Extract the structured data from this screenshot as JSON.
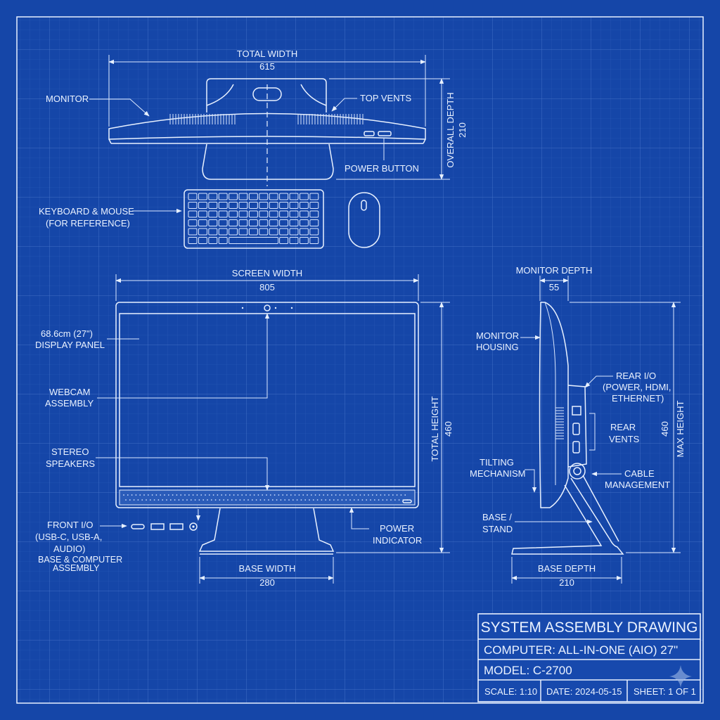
{
  "top_view": {
    "total_width_label": "TOTAL WIDTH",
    "total_width_value": "615",
    "overall_depth_label": "OVERALL DEPTH",
    "overall_depth_value": "210",
    "monitor": "MONITOR",
    "top_vents": "TOP VENTS",
    "power_button": "POWER BUTTON",
    "keyboard_mouse_line1": "KEYBOARD & MOUSE",
    "keyboard_mouse_line2": "(FOR REFERENCE)"
  },
  "front_view": {
    "screen_width_label": "SCREEN WIDTH",
    "screen_width_value": "805",
    "total_height_label": "TOTAL HEIGHT",
    "total_height_value": "460",
    "display_line1": "68.6cm (27\")",
    "display_line2": "DISPLAY PANEL",
    "webcam_line1": "WEBCAM",
    "webcam_line2": "ASSEMBLY",
    "speakers_line1": "STEREO",
    "speakers_line2": "SPEAKERS",
    "front_io_line1": "FRONT I/O",
    "front_io_line2": "(USB-C, USB-A,",
    "front_io_line3": "AUDIO)",
    "base_assembly_line1": "BASE & COMPUTER",
    "base_assembly_line2": "ASSEMBLY",
    "power_indicator_line1": "POWER",
    "power_indicator_line2": "INDICATOR",
    "base_width_label": "BASE WIDTH",
    "base_width_value": "280"
  },
  "side_view": {
    "monitor_depth_label": "MONITOR DEPTH",
    "monitor_depth_value": "55",
    "max_height_label": "MAX HEIGHT",
    "max_height_value": "460",
    "housing_line1": "MONITOR",
    "housing_line2": "HOUSING",
    "rear_io_line1": "REAR I/O",
    "rear_io_line2": "(POWER, HDMI,",
    "rear_io_line3": "ETHERNET)",
    "rear_vents_line1": "REAR",
    "rear_vents_line2": "VENTS",
    "tilt_line1": "TILTING",
    "tilt_line2": "MECHANISM",
    "cable_line1": "CABLE",
    "cable_line2": "MANAGEMENT",
    "stand_line1": "BASE /",
    "stand_line2": "STAND",
    "base_depth_label": "BASE DEPTH",
    "base_depth_value": "210"
  },
  "title_block": {
    "title": "SYSTEM ASSEMBLY DRAWING",
    "computer": "COMPUTER: ALL-IN-ONE (AIO) 27\"",
    "model": "MODEL: C-2700",
    "scale": "SCALE: 1:10",
    "date": "DATE: 2024-05-15",
    "sheet": "SHEET: 1 OF 1"
  },
  "colors": {
    "background": "#1546a8",
    "line": "#e8f1ff"
  }
}
